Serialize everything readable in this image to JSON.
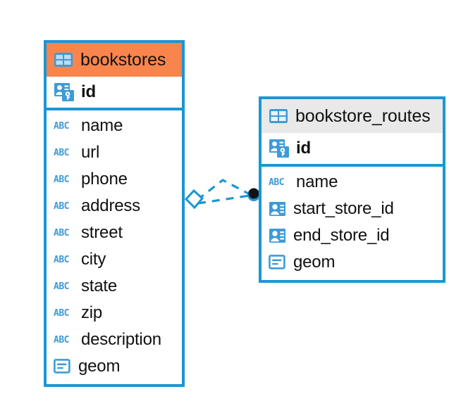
{
  "diagram": {
    "type": "entity-relationship-diagram",
    "background": "#ffffff",
    "accent_blue": "#1b96d4",
    "accent_orange": "#f9854c",
    "header_grey": "#e9e9e9",
    "text_color": "#111111"
  },
  "entities": [
    {
      "name": "bookstores",
      "header_color": "#f9854c",
      "table_icon": "table-icon",
      "primary_key": {
        "label": "id",
        "icon": "primary-key-icon"
      },
      "fields": [
        {
          "label": "name",
          "icon": "text-type-icon"
        },
        {
          "label": "url",
          "icon": "text-type-icon"
        },
        {
          "label": "phone",
          "icon": "text-type-icon"
        },
        {
          "label": "address",
          "icon": "text-type-icon"
        },
        {
          "label": "street",
          "icon": "text-type-icon"
        },
        {
          "label": "city",
          "icon": "text-type-icon"
        },
        {
          "label": "state",
          "icon": "text-type-icon"
        },
        {
          "label": "zip",
          "icon": "text-type-icon"
        },
        {
          "label": "description",
          "icon": "text-type-icon"
        },
        {
          "label": "geom",
          "icon": "geometry-type-icon"
        }
      ]
    },
    {
      "name": "bookstore_routes",
      "header_color": "#e9e9e9",
      "table_icon": "table-icon",
      "primary_key": {
        "label": "id",
        "icon": "primary-key-icon"
      },
      "fields": [
        {
          "label": "name",
          "icon": "text-type-icon"
        },
        {
          "label": "start_store_id",
          "icon": "foreign-key-icon"
        },
        {
          "label": "end_store_id",
          "icon": "foreign-key-icon"
        },
        {
          "label": "geom",
          "icon": "geometry-type-icon"
        }
      ]
    }
  ],
  "relationship": {
    "from_entity": "bookstores",
    "to_entity": "bookstore_routes",
    "line_style": "dashed",
    "line_color": "#1b96d4",
    "source_marker": "diamond-marker",
    "target_marker": "filled-circle-marker",
    "cardinality": "one-to-many"
  },
  "icon_labels": {
    "text_type": "ABC",
    "table_icon_name": "table-icon",
    "primary_key_icon_name": "primary-key-icon",
    "foreign_key_icon_name": "foreign-key-icon",
    "geometry_icon_name": "geometry-type-icon"
  }
}
